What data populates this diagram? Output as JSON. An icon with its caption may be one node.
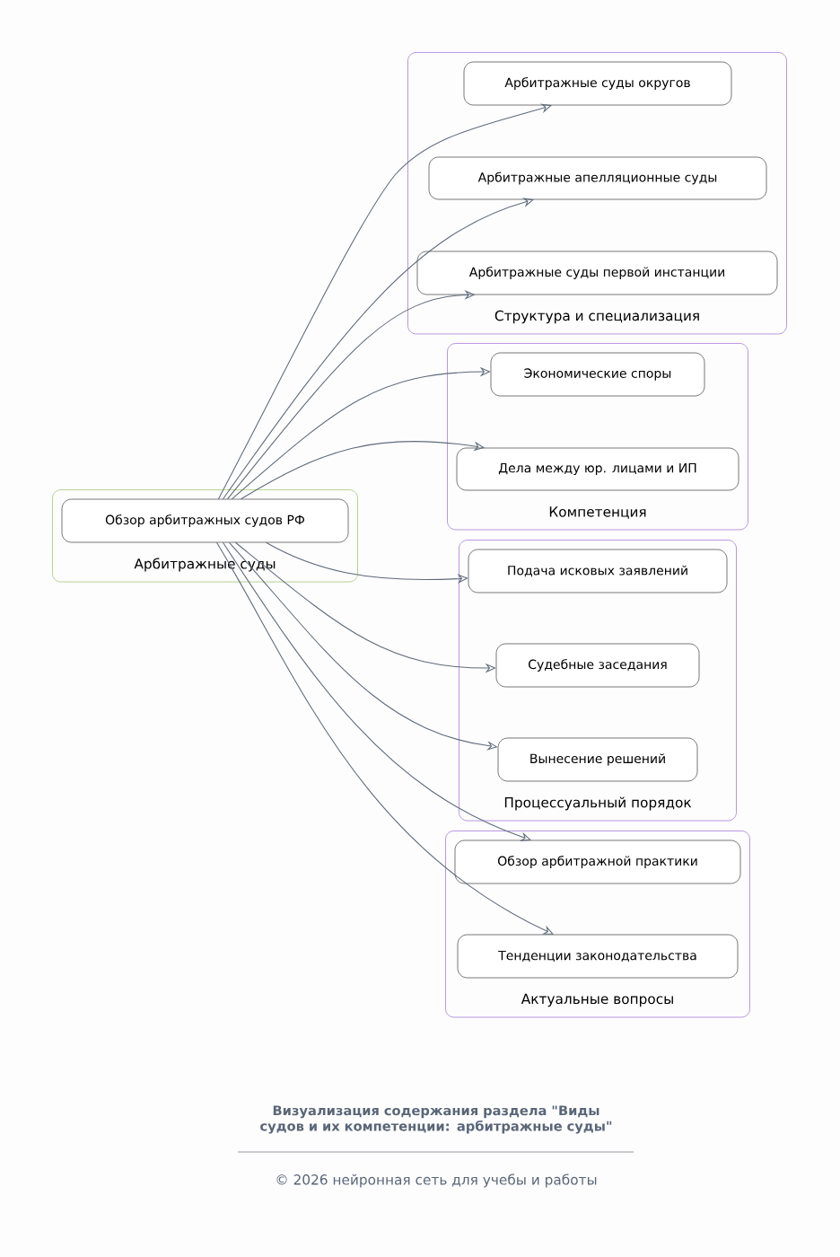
{
  "diagram": {
    "caption": "Визуализация содержания раздела \"Виды судов и их компетенции: арбитражные суды\"",
    "nodes": [
      {
        "text": [
          "Арбитражные суды"
        ]
      },
      {
        "text": [
          "Обзор арбитражных судов РФ"
        ],
        "in": 0
      },
      {
        "text": [
          "Структура и специализация"
        ]
      },
      {
        "text": [
          "Арбитражные суды округов"
        ],
        "in": 2
      },
      {
        "text": [
          "Арбитражные апелляционные суды"
        ],
        "in": 2
      },
      {
        "text": [
          "Арбитражные суды первой инстанции"
        ],
        "in": 2
      },
      {
        "text": [
          "Компетенция"
        ]
      },
      {
        "text": [
          "Экономические споры"
        ],
        "in": 6
      },
      {
        "text": [
          "Дела между юр. лицами и ИП"
        ],
        "in": 6
      },
      {
        "text": [
          "Процессуальный порядок"
        ]
      },
      {
        "text": [
          "Подача исковых заявлений"
        ],
        "in": 9
      },
      {
        "text": [
          "Судебные заседания"
        ],
        "in": 9
      },
      {
        "text": [
          "Вынесение решений"
        ],
        "in": 9
      },
      {
        "text": [
          "Актуальные вопросы"
        ]
      },
      {
        "text": [
          "Обзор арбитражной практики"
        ],
        "in": 13
      },
      {
        "text": [
          "Тенденции законодательства"
        ],
        "in": 13
      }
    ],
    "edges": [
      {
        "from": 1,
        "to": 3,
        "arrow": "to"
      },
      {
        "from": 1,
        "to": 4,
        "arrow": "to"
      },
      {
        "from": 1,
        "to": 5,
        "arrow": "to"
      },
      {
        "from": 1,
        "to": 7,
        "arrow": "to"
      },
      {
        "from": 1,
        "to": 8,
        "arrow": "to"
      },
      {
        "from": 1,
        "to": 10,
        "arrow": "to"
      },
      {
        "from": 1,
        "to": 11,
        "arrow": "to"
      },
      {
        "from": 1,
        "to": 12,
        "arrow": "to"
      },
      {
        "from": 1,
        "to": 14,
        "arrow": "to"
      },
      {
        "from": 1,
        "to": 15,
        "arrow": "to"
      }
    ],
    "labels": [
      "© 2026 нейронная сеть для учебы и работы"
    ]
  }
}
